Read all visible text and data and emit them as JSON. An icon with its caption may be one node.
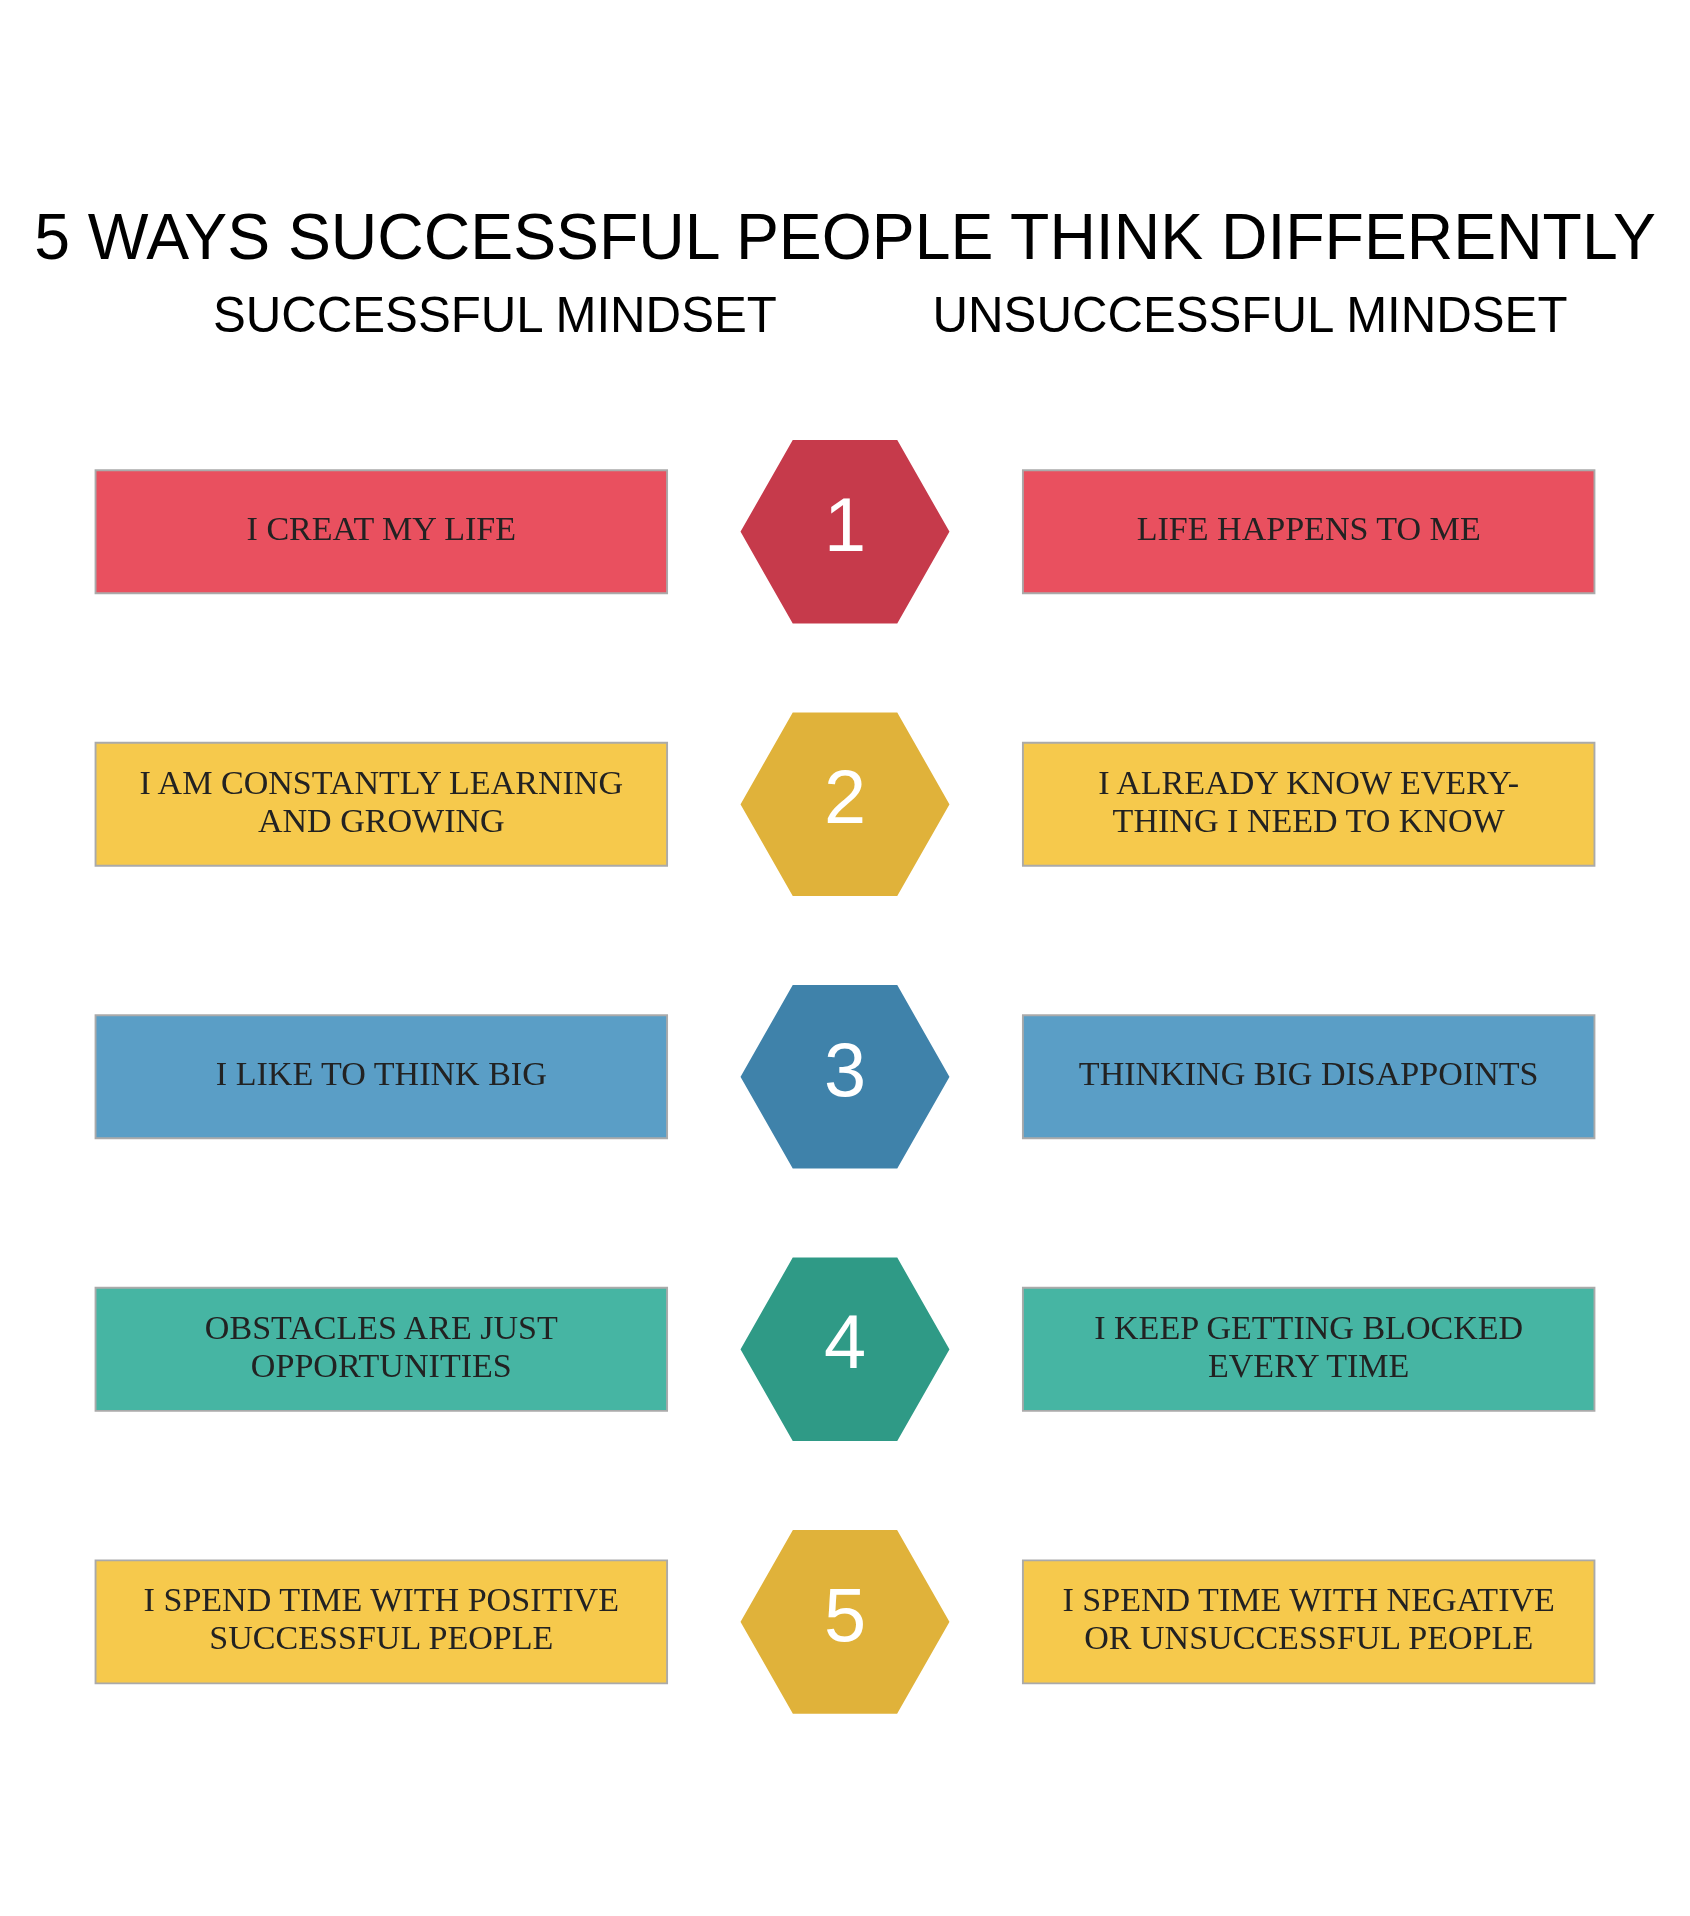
{
  "diagram": {
    "title": "5 WAYS SUCCESSFUL PEOPLE THINK DIFFERENTLY",
    "nodes": [
      {
        "text": [
          "I CREAT MY LIFE"
        ]
      },
      {
        "text": [
          "1"
        ]
      },
      {
        "text": [
          "LIFE HAPPENS TO ME"
        ]
      },
      {
        "text": [
          "I AM CONSTANTLY LEARNING AND GROWING"
        ]
      },
      {
        "text": [
          "2"
        ]
      },
      {
        "text": [
          "I ALREADY KNOW EVERY- THING I NEED TO KNOW"
        ]
      },
      {
        "text": [
          "I LIKE TO THINK BIG"
        ]
      },
      {
        "text": [
          "3"
        ]
      },
      {
        "text": [
          "THINKING BIG DISAPPOINTS"
        ]
      },
      {
        "text": [
          "OBSTACLES ARE JUST OPPORTUNITIES"
        ]
      },
      {
        "text": [
          "4"
        ]
      },
      {
        "text": [
          "I KEEP GETTING BLOCKED EVERY TIME"
        ]
      },
      {
        "text": [
          "I SPEND TIME WITH POSITIVE SUCCESSFUL PEOPLE"
        ]
      },
      {
        "text": [
          "5"
        ]
      },
      {
        "text": [
          "I SPEND TIME WITH NEGATIVE OR UNSUCCESSFUL PEOPLE"
        ]
      }
    ],
    "edges": [],
    "labels": [
      "SUCCESSFUL MINDSET",
      "UNSUCCESSFUL MINDSET"
    ]
  }
}
